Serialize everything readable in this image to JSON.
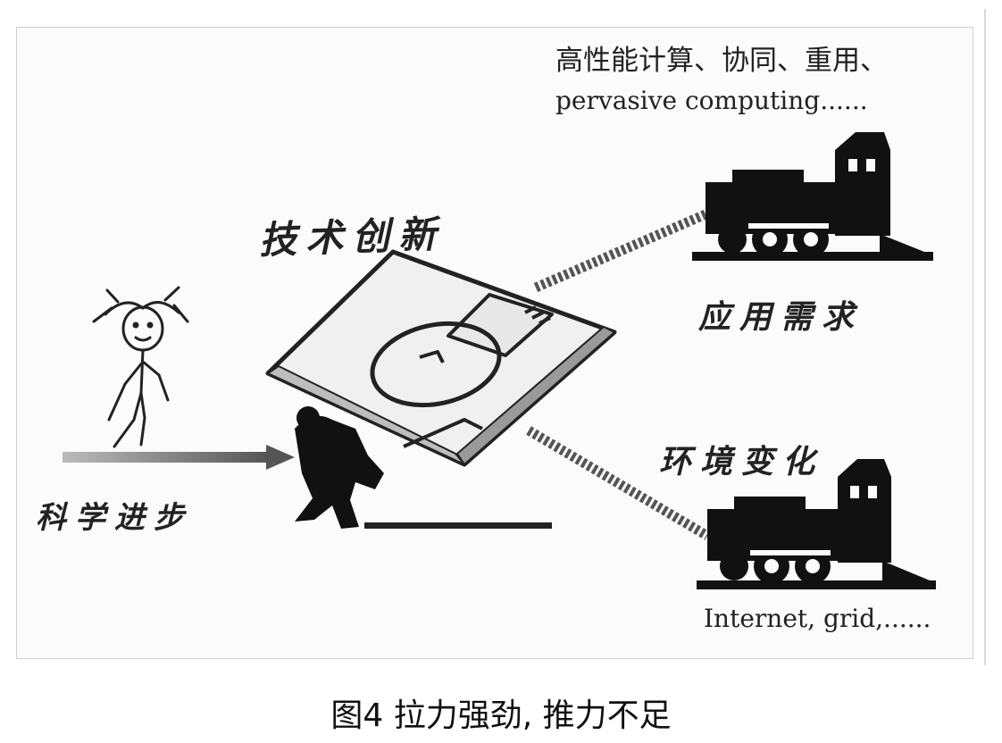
{
  "labels": {
    "top_right_line1": "高性能计算、协同、重用、",
    "top_right_line2": "pervasive computing......",
    "innovation": "技术创新",
    "application_demand": "应用需求",
    "environment_change": "环境变化",
    "science_progress": "科学进步",
    "bottom_right": "Internet, grid,......"
  },
  "caption": "图4   拉力强劲, 推力不足"
}
